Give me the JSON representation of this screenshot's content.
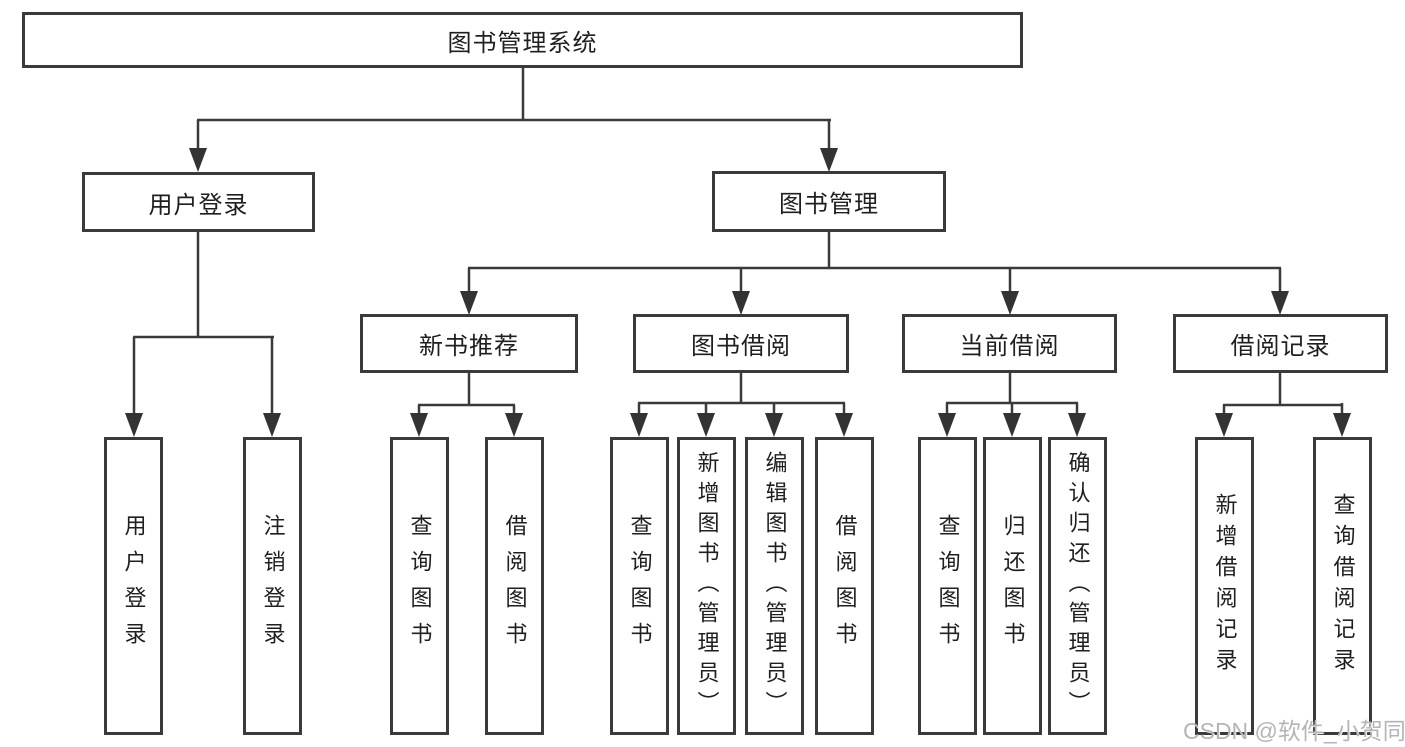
{
  "colors": {
    "line": "#3a3a3a",
    "box_border": "#3a3a3a",
    "text": "#1f1f1f",
    "watermark": "#b5b5b5",
    "background": "#ffffff"
  },
  "tree": {
    "root": "图书管理系统",
    "branches": [
      {
        "label": "用户登录",
        "children": [
          "用户登录",
          "注销登录"
        ]
      },
      {
        "label": "图书管理",
        "groups": [
          {
            "label": "新书推荐",
            "children": [
              "查询图书",
              "借阅图书"
            ]
          },
          {
            "label": "图书借阅",
            "children": [
              "查询图书",
              "新增图书（管理员）",
              "编辑图书（管理员）",
              "借阅图书"
            ]
          },
          {
            "label": "当前借阅",
            "children": [
              "查询图书",
              "归还图书",
              "确认归还（管理员）"
            ]
          },
          {
            "label": "借阅记录",
            "children": [
              "新增借阅记录",
              "查询借阅记录"
            ]
          }
        ]
      }
    ]
  },
  "watermark": {
    "text": "CSDN @软件_小贺同学"
  }
}
